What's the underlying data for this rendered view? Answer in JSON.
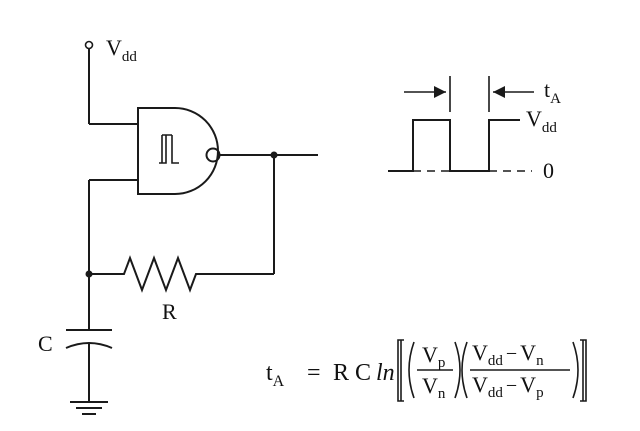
{
  "circuit": {
    "supply_label": "V",
    "supply_sub": "dd",
    "resistor_label": "R",
    "capacitor_label": "C"
  },
  "waveform": {
    "period_label": "t",
    "period_sub": "A",
    "high_label": "V",
    "high_sub": "dd",
    "low_label": "0"
  },
  "formula": {
    "lhs": "t",
    "lhs_sub": "A",
    "equals": "=",
    "rc": "R C",
    "ln": "ln",
    "frac1_num": "V",
    "frac1_num_sub": "p",
    "frac1_den": "V",
    "frac1_den_sub": "n",
    "frac2_num_a": "V",
    "frac2_num_a_sub": "dd",
    "frac2_num_op": "−",
    "frac2_num_b": "V",
    "frac2_num_b_sub": "n",
    "frac2_den_a": "V",
    "frac2_den_a_sub": "dd",
    "frac2_den_op": "−",
    "frac2_den_b": "V",
    "frac2_den_b_sub": "p"
  }
}
